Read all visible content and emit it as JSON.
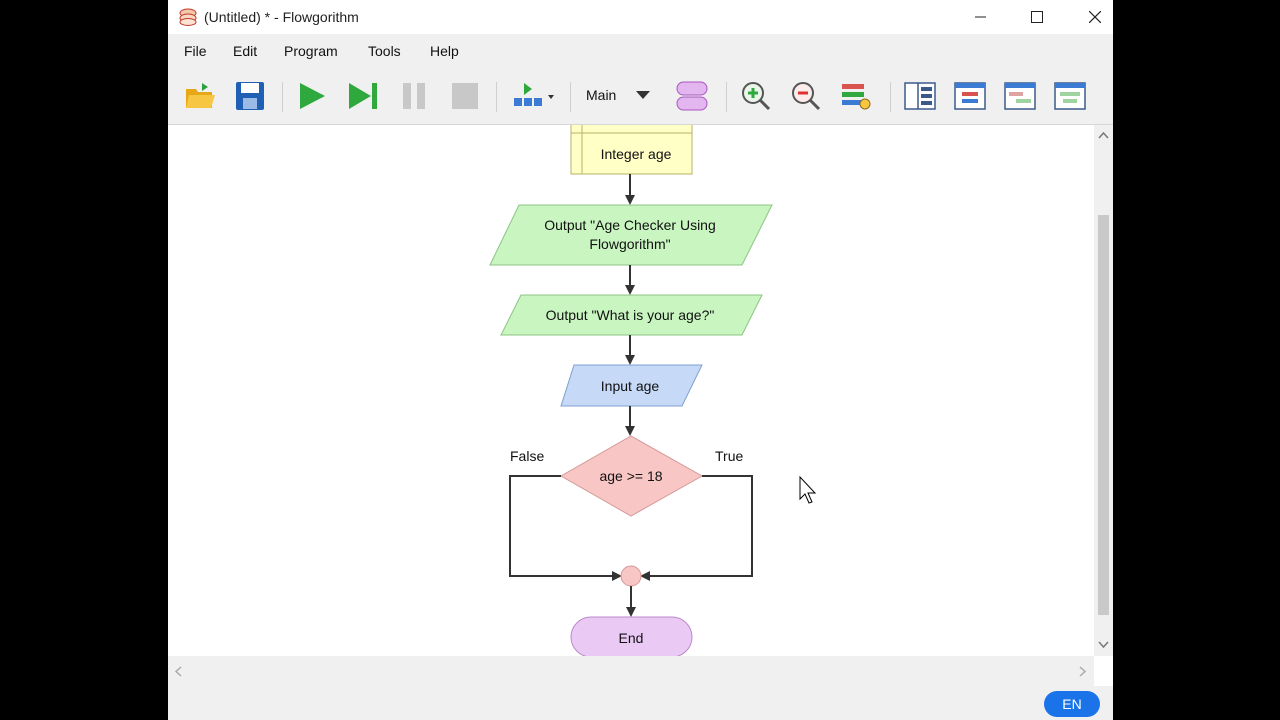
{
  "window": {
    "title": "(Untitled) * - Flowgorithm"
  },
  "menu": {
    "items": [
      "File",
      "Edit",
      "Program",
      "Tools",
      "Help"
    ]
  },
  "toolbar": {
    "function_selector": "Main",
    "buttons": [
      "open-icon",
      "save-icon",
      "run-icon",
      "step-icon",
      "pause-icon",
      "stop-icon",
      "layout-icon",
      "shape-style-icon",
      "zoom-in-icon",
      "zoom-out-icon",
      "settings-icon",
      "variable-watch-icon",
      "source-code-icon",
      "console-icon",
      "chart-icon"
    ]
  },
  "flowchart": {
    "declare": "Integer age",
    "output1_line1": "Output \"Age Checker Using",
    "output1_line2": "Flowgorithm\"",
    "output2": "Output \"What is your age?\"",
    "input": "Input age",
    "decision": "age >= 18",
    "false_label": "False",
    "true_label": "True",
    "end": "End"
  },
  "status": {
    "language": "EN"
  },
  "colors": {
    "declare_fill": "#ffffc6",
    "output_fill": "#c8f5c0",
    "input_fill": "#c6d9f7",
    "decision_fill": "#f9c6c6",
    "end_fill": "#ebc9f5",
    "accent": "#1a73e8"
  }
}
